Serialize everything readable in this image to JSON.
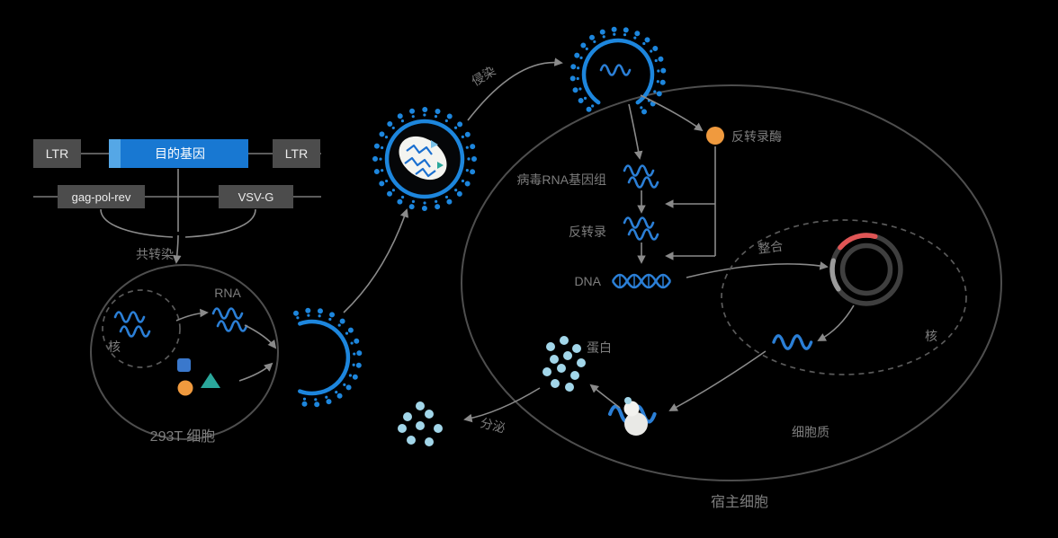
{
  "diagram": {
    "construct": {
      "ltr_left": "LTR",
      "target_gene": "目的基因",
      "ltr_right": "LTR",
      "gag_pol_rev": "gag-pol-rev",
      "vsv_g": "VSV-G",
      "cotransfection": "共转染"
    },
    "producer": {
      "nucleus": "核",
      "rna": "RNA",
      "cell": "293T 细胞"
    },
    "process": {
      "infection": "侵染",
      "reverse_transcriptase": "反转录酶",
      "viral_rna_genome": "病毒RNA基因组",
      "reverse_transcription": "反转录",
      "dna": "DNA",
      "integration": "整合",
      "protein": "蛋白",
      "secretion": "分泌"
    },
    "host": {
      "nucleus": "核",
      "cytoplasm": "细胞质",
      "cell": "宿主细胞"
    }
  },
  "colors": {
    "background": "#000000",
    "virus_blue": "#1d86dd",
    "rna_blue": "#2b7fd6",
    "gene_blue": "#1878d2",
    "gene_blue_light": "#55a7e6",
    "box_gray": "#4c4c4c",
    "label_gray": "#7d7d7d",
    "membrane_gray": "#4e4e4e",
    "arrow_gray": "#8a8a8a",
    "orange": "#f09a3e",
    "teal": "#2aa79b",
    "protein_light_blue": "#a2d6e9",
    "plasmid_red": "#e05555",
    "square_blue": "#3a78cc",
    "capsid_white": "#f4f4f0"
  }
}
